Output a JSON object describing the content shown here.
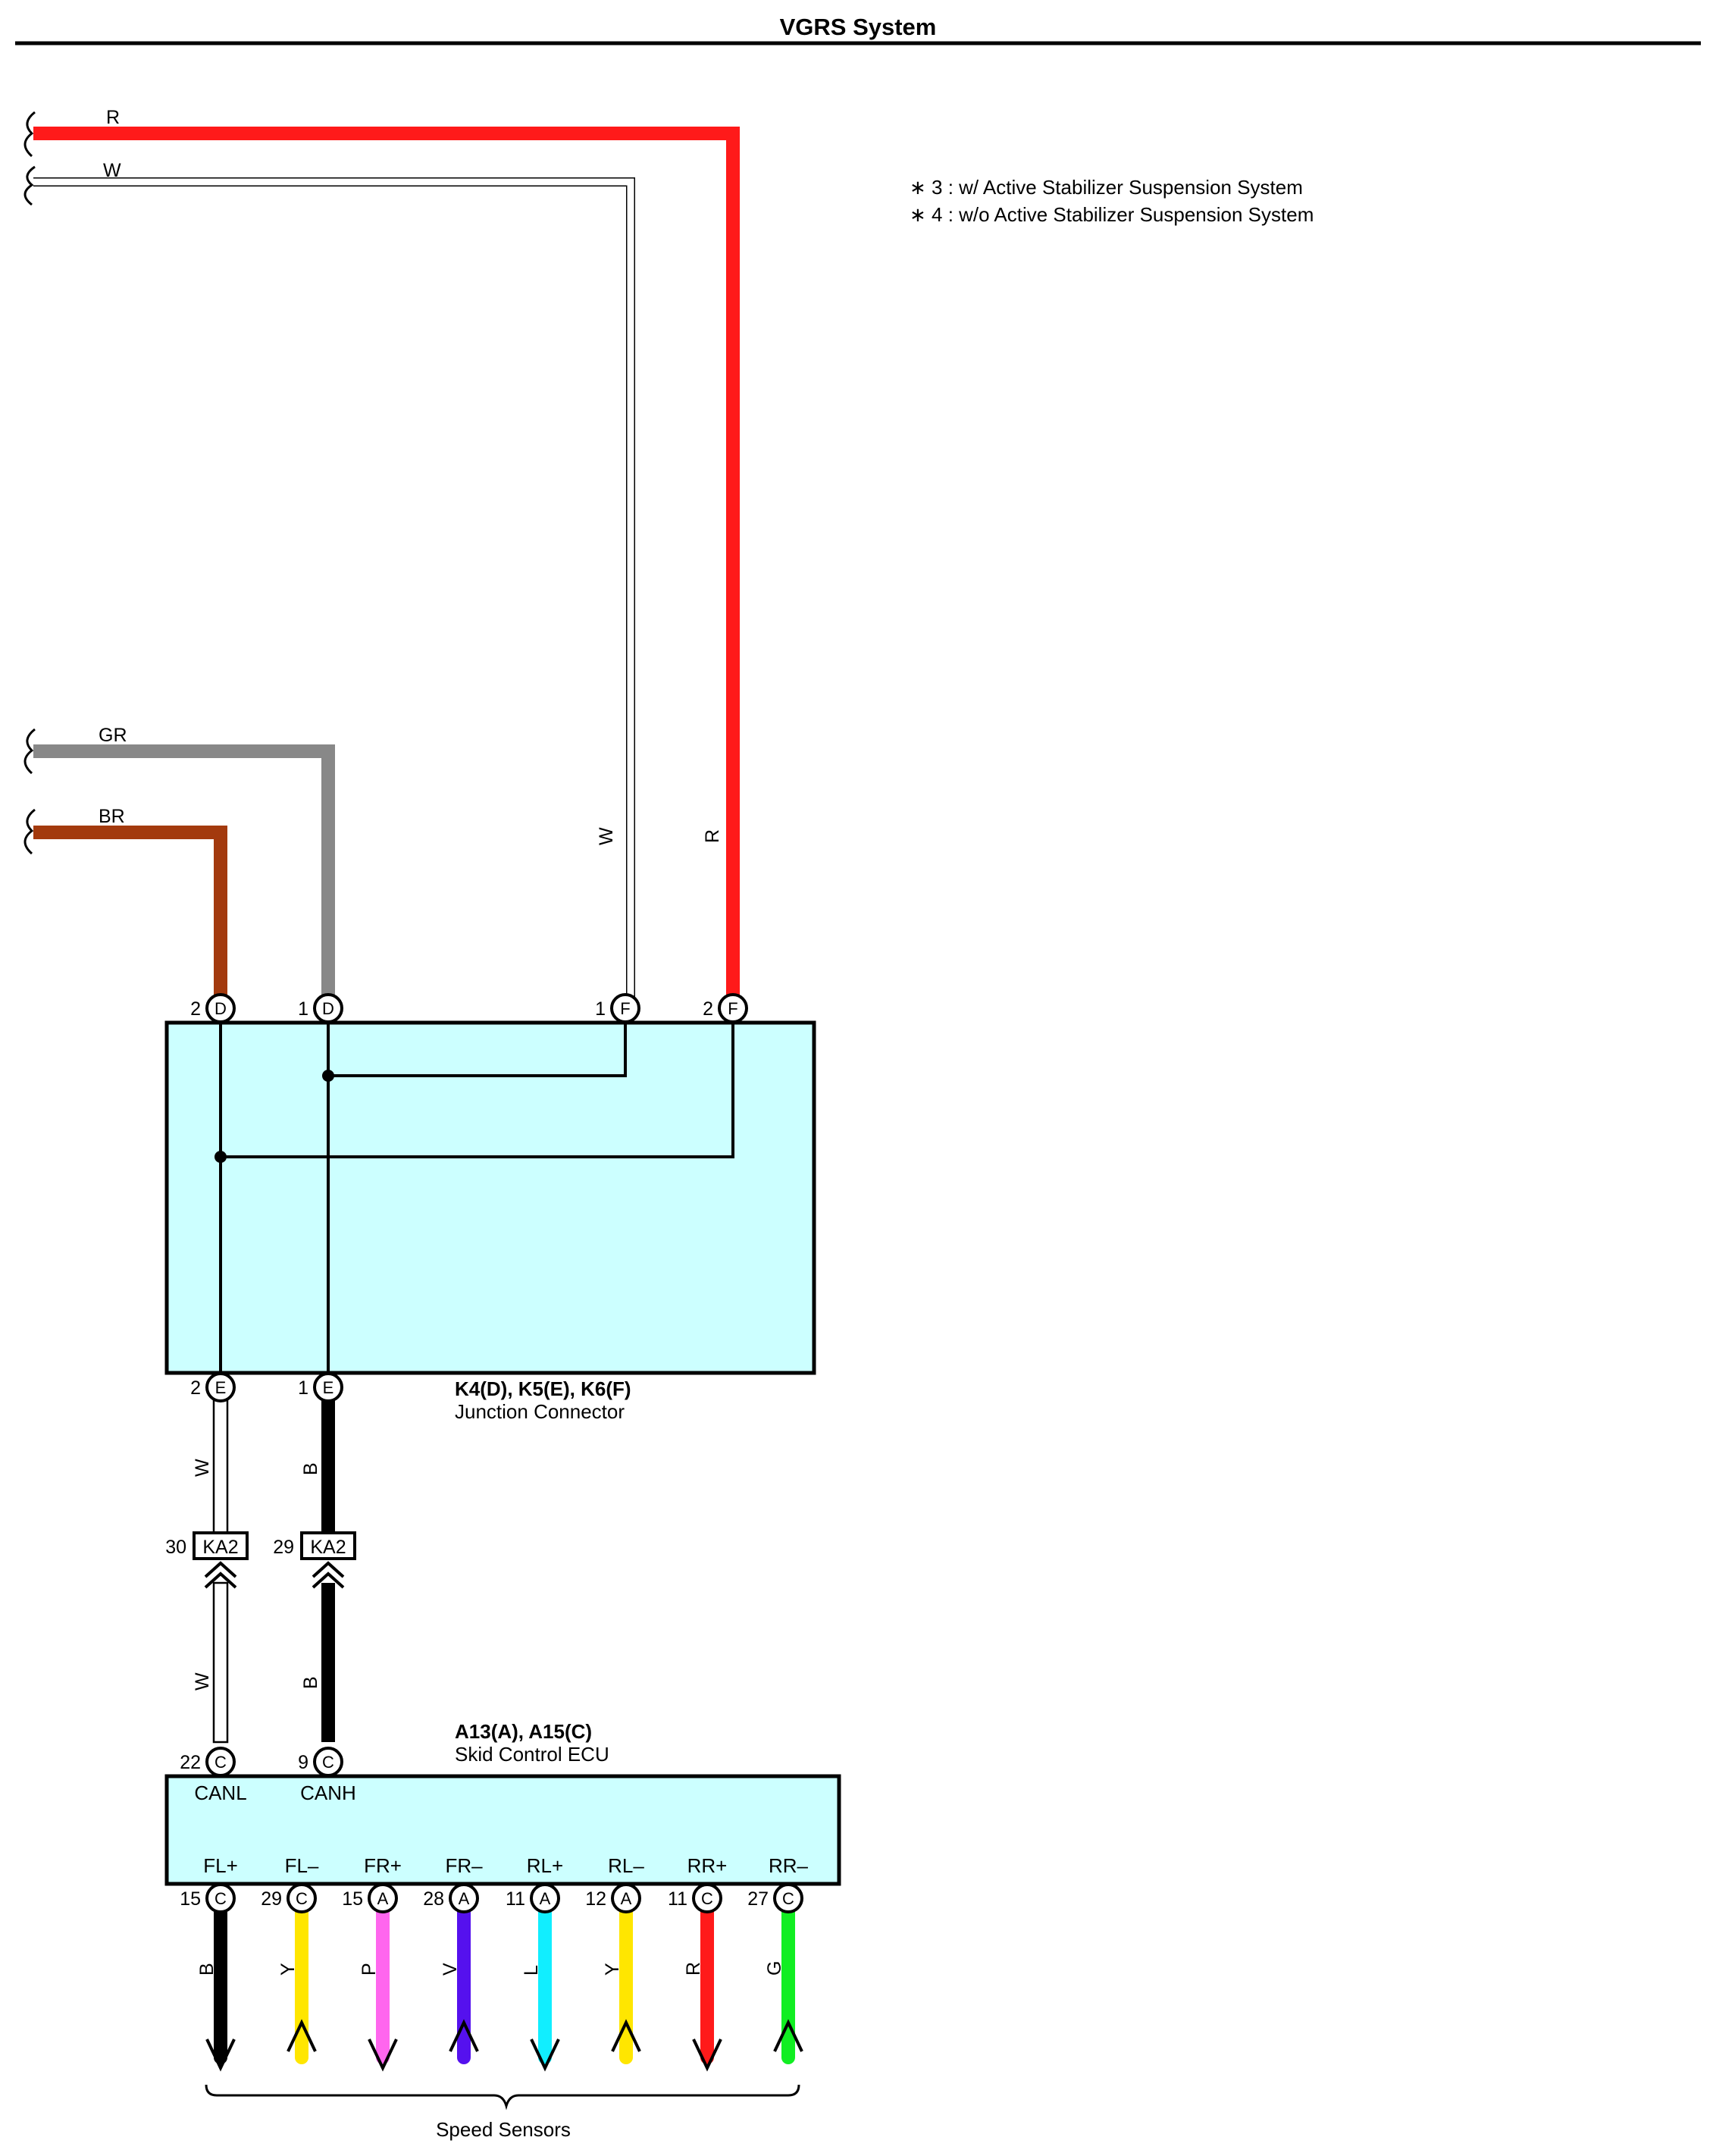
{
  "title": "VGRS System",
  "notes": [
    "∗ 3 : w/ Active Stabilizer Suspension System",
    "∗ 4 : w/o Active Stabilizer Suspension System"
  ],
  "colors": {
    "R": "#ff1a1a",
    "W": "#ffffff",
    "GR": "#888888",
    "BR": "#a33a0e",
    "B": "#000000",
    "Y": "#ffe600",
    "P": "#ff66ee",
    "V": "#5511ee",
    "L": "#11eeff",
    "G": "#11ee22",
    "connector_fill": "#ccffff"
  },
  "top_wires": {
    "r_left": "R",
    "w_left": "W",
    "gr_left": "GR",
    "br_left": "BR",
    "w_vertical": "W",
    "r_vertical": "R"
  },
  "junction": {
    "name_line1": "K4(D), K5(E), K6(F)",
    "name_line2": "Junction Connector",
    "pins_top": [
      {
        "num": "2",
        "code": "D"
      },
      {
        "num": "1",
        "code": "D"
      },
      {
        "num": "1",
        "code": "F"
      },
      {
        "num": "2",
        "code": "F"
      }
    ],
    "pins_bottom": [
      {
        "num": "2",
        "code": "E"
      },
      {
        "num": "1",
        "code": "E"
      }
    ]
  },
  "mid_wires": {
    "canl_upper": "W",
    "canh_upper": "B",
    "canl_lower": "W",
    "canh_lower": "B"
  },
  "inline": [
    {
      "num": "30",
      "code": "KA2"
    },
    {
      "num": "29",
      "code": "KA2"
    }
  ],
  "ecu": {
    "name_line1": "A13(A), A15(C)",
    "name_line2": "Skid Control ECU",
    "top_pins": [
      {
        "num": "22",
        "code": "C",
        "label": "CANL"
      },
      {
        "num": "9",
        "code": "C",
        "label": "CANH"
      }
    ],
    "bottom_pins": [
      {
        "num": "15",
        "code": "C",
        "label": "FL+",
        "wire": "B",
        "arrow": "down"
      },
      {
        "num": "29",
        "code": "C",
        "label": "FL–",
        "wire": "Y",
        "arrow": "up"
      },
      {
        "num": "15",
        "code": "A",
        "label": "FR+",
        "wire": "P",
        "arrow": "down"
      },
      {
        "num": "28",
        "code": "A",
        "label": "FR–",
        "wire": "V",
        "arrow": "up"
      },
      {
        "num": "11",
        "code": "A",
        "label": "RL+",
        "wire": "L",
        "arrow": "down"
      },
      {
        "num": "12",
        "code": "A",
        "label": "RL–",
        "wire": "Y",
        "arrow": "up"
      },
      {
        "num": "11",
        "code": "C",
        "label": "RR+",
        "wire": "R",
        "arrow": "down"
      },
      {
        "num": "27",
        "code": "C",
        "label": "RR–",
        "wire": "G",
        "arrow": "up"
      }
    ]
  },
  "speed_sensors_label": "Speed Sensors"
}
